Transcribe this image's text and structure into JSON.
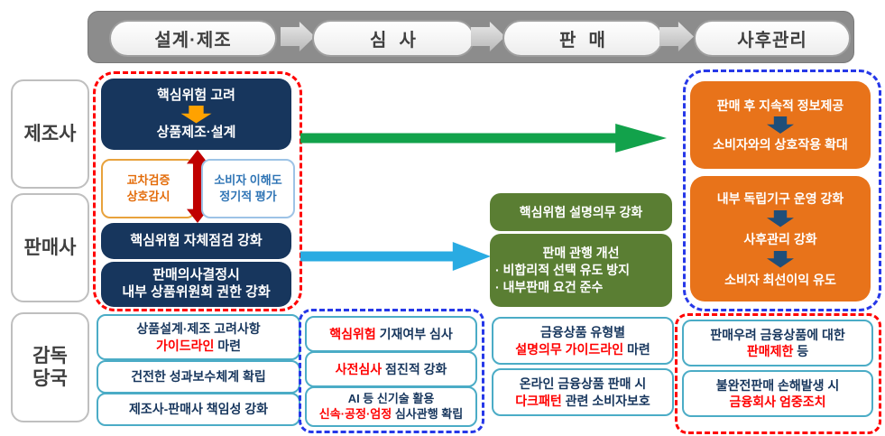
{
  "colors": {
    "header_gray": "#8C8C8C",
    "navy": "#17365D",
    "orange_box": "#E8731A",
    "green_box": "#5A7E33",
    "green_arrow": "#12A24B",
    "blue_arrow": "#29ABE2",
    "red_arrow": "#C00000",
    "orange_arrow": "#FFA200",
    "dark_blue_arrow": "#1F4E79",
    "teal_border": "#4BACC6",
    "red_accent": "#FF0000",
    "blue_dash": "#2638E8"
  },
  "stages": {
    "design": "설계·제조",
    "review": "심  사",
    "sales": "판  매",
    "post": "사후관리"
  },
  "rows": {
    "manufacturer": "제조사",
    "seller": "판매사",
    "regulator": [
      "감독",
      "당국"
    ]
  },
  "design_col": {
    "core_risk_box": {
      "top": "핵심위험 고려",
      "bottom": "상품제조·설계"
    },
    "cross_check_box": [
      "교차검증",
      "상호감시"
    ],
    "consumer_box": [
      "소비자 이해도",
      "정기적 평가"
    ],
    "self_check_box": "핵심위험 자체점검 강화",
    "committee_box": [
      "판매의사결정시",
      "내부 상품위원회 권한 강화"
    ]
  },
  "sales_col": {
    "explain_duty_box": "핵심위험 설명의무 강화",
    "practice_box": {
      "title": "판매 관행 개선",
      "bullets": [
        "· 비합리적 선택 유도 방지",
        "· 내부판매 요건 준수"
      ]
    }
  },
  "post_col": {
    "info_box": {
      "top": "판매 후 지속적 정보제공",
      "bottom": "소비자와의 상호작용 확대"
    },
    "mgmt_box": {
      "top": "내부 독립기구 운영 강화",
      "middle": "사후관리 강화",
      "bottom": "소비자 최선이익 유도"
    }
  },
  "regulator_row": {
    "design": {
      "box1": {
        "line1": "상품설계·제조 고려사항",
        "red": "가이드라인",
        "rest": " 마련"
      },
      "box2": "건전한 성과보수체계 확립",
      "box3": "제조사-판매사 책임성 강화"
    },
    "review": {
      "box1": {
        "red": "핵심위험",
        "rest": " 기재여부 심사"
      },
      "box2": {
        "red": "사전심사",
        "rest": " 점진적 강화"
      },
      "box3": {
        "line1": "AI 등 신기술 활용",
        "red": "신속·공정·엄정",
        "rest": " 심사관행 확립"
      }
    },
    "sales": {
      "box1": {
        "line1": "금융상품 유형별",
        "red": "설명의무 가이드라인",
        "rest": " 마련"
      },
      "box2": {
        "line1": "온라인 금융상품 판매 시",
        "red": "다크패턴",
        "rest": " 관련 소비자보호"
      }
    },
    "post": {
      "box1": {
        "line1": "판매우려 금융상품에 대한",
        "red": "판매제한",
        "rest": " 등"
      },
      "box2": {
        "line1": "불완전판매 손해발생 시",
        "red": "금융회사 엄중조치",
        "rest": ""
      }
    }
  }
}
